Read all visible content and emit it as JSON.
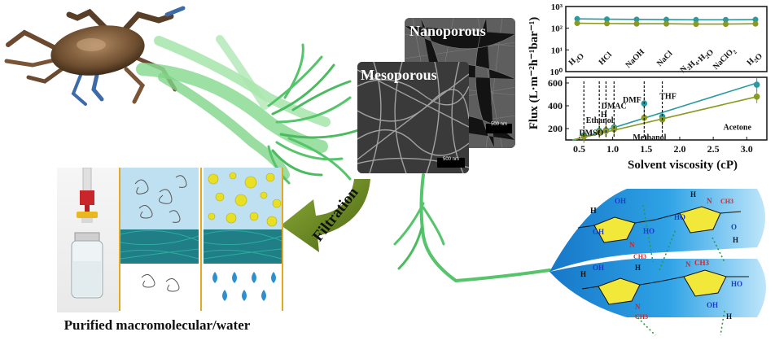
{
  "labels": {
    "nanoporous": "Nanoporous",
    "mesoporous": "Mesoporous",
    "scale_bar_nano": "500 nm",
    "scale_bar_meso": "500 nm",
    "filtration": "Filtration",
    "caption": "Purified macromolecular/water"
  },
  "chart_data": {
    "type": "line",
    "panels": [
      {
        "name": "top",
        "y_scale": "log",
        "ylim": [
          1,
          1000
        ],
        "y_ticks": [
          "10⁰",
          "10¹",
          "10²",
          "10³"
        ],
        "categories": [
          "H2O",
          "HCl",
          "NaOH",
          "NaCl",
          "N2H4·H2O",
          "NaClO2",
          "H2O"
        ],
        "category_labels": [
          {
            "text": "H",
            "sub": "2",
            "tail": "O"
          },
          {
            "text": "HCl",
            "sub": "",
            "tail": ""
          },
          {
            "text": "NaOH",
            "sub": "",
            "tail": ""
          },
          {
            "text": "NaCl",
            "sub": "",
            "tail": ""
          },
          {
            "text": "N",
            "sub": "2",
            "tail": "H",
            "sub2": "4",
            "tail2": "·H",
            "sub3": "2",
            "tail3": "O"
          },
          {
            "text": "NaClO",
            "sub": "2",
            "tail": ""
          },
          {
            "text": "H",
            "sub": "2",
            "tail": "O"
          }
        ],
        "series": [
          {
            "color": "#2a9aa0",
            "values": [
              270,
              260,
              255,
              250,
              245,
              245,
              250
            ]
          },
          {
            "color": "#8a9a20",
            "values": [
              170,
              165,
              160,
              160,
              155,
              155,
              160
            ]
          }
        ]
      },
      {
        "name": "bottom",
        "ylim": [
          100,
          650
        ],
        "y_ticks": [
          200,
          400,
          600
        ],
        "xlim": [
          0.3,
          3.3
        ],
        "x_ticks": [
          0.5,
          1.0,
          1.5,
          2.0,
          2.5,
          3.0
        ],
        "xlabel": "Solvent viscosity (cP)",
        "series": [
          {
            "color": "#2a9aa0",
            "points": [
              [
                0.57,
                140
              ],
              [
                0.8,
                180
              ],
              [
                0.9,
                185
              ],
              [
                1.02,
                210
              ],
              [
                1.47,
                420
              ],
              [
                1.74,
                305
              ],
              [
                3.15,
                585
              ]
            ]
          },
          {
            "color": "#8a9a20",
            "points": [
              [
                0.57,
                130
              ],
              [
                0.8,
                170
              ],
              [
                0.9,
                180
              ],
              [
                1.02,
                195
              ],
              [
                1.47,
                295
              ],
              [
                1.74,
                280
              ],
              [
                3.15,
                480
              ]
            ]
          }
        ],
        "fit_lines": [
          {
            "color": "#2a9aa0",
            "from": [
              0.4,
              95
            ],
            "to": [
              3.15,
              600
            ]
          },
          {
            "color": "#8a9a20",
            "from": [
              0.4,
              100
            ],
            "to": [
              3.15,
              480
            ]
          }
        ],
        "annotations": [
          {
            "text": "DMSO",
            "x": 0.5,
            "y": 140
          },
          {
            "text": "Ethanol",
            "x": 0.6,
            "y": 250
          },
          {
            "text": "H",
            "x": 0.82,
            "y": 300
          },
          {
            "text": "DMAC",
            "x": 0.83,
            "y": 375
          },
          {
            "text": "DMF",
            "x": 1.15,
            "y": 430
          },
          {
            "text": "THF",
            "x": 1.7,
            "y": 460
          },
          {
            "text": "Methanol",
            "x": 1.3,
            "y": 100
          },
          {
            "text": "Acetone",
            "x": 2.65,
            "y": 190
          }
        ],
        "ylabel": "Flux (L·m⁻²h⁻¹bar⁻¹)"
      }
    ]
  },
  "chem": {
    "oh": "OH",
    "h": "H",
    "o": "O",
    "n": "N",
    "ho": "HO",
    "ch3": "CH3"
  },
  "colors": {
    "fiber_green": "#55c46b",
    "arrow_green": "#5a7a1a",
    "panel_blue": "#1e8fd6",
    "sugar_yellow": "#f2e83a",
    "teal": "#2a9aa0",
    "olive": "#8a9a20"
  }
}
